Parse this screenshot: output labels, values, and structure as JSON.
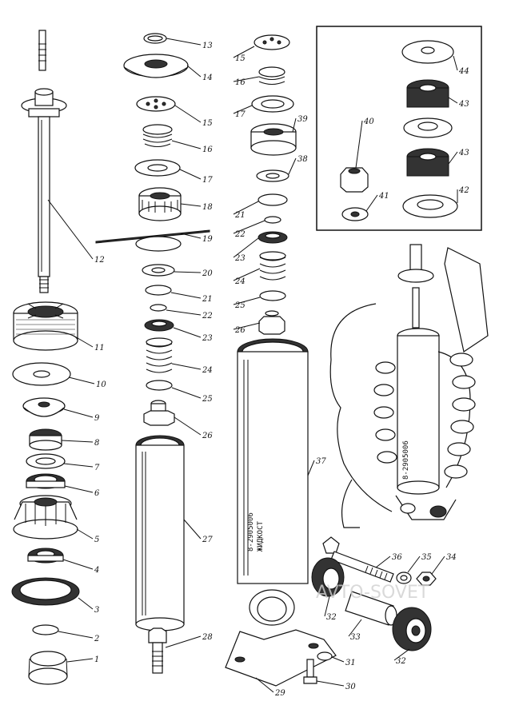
{
  "labels": {
    "c1": [
      "12",
      "11",
      "10",
      "9",
      "8",
      "7",
      "6",
      "5",
      "4",
      "3",
      "2",
      "1"
    ],
    "c2": [
      "13",
      "14",
      "15",
      "16",
      "17",
      "18",
      "19",
      "20",
      "21",
      "22",
      "23",
      "24",
      "25",
      "26",
      "27",
      "28"
    ],
    "c3": [
      "15",
      "16",
      "17",
      "39",
      "38",
      "21",
      "22",
      "23",
      "24",
      "25",
      "26",
      "37"
    ],
    "inset": [
      "44",
      "43",
      "43",
      "42",
      "40",
      "41"
    ],
    "bottom": [
      "36",
      "35",
      "34",
      "32",
      "33",
      "32",
      "31",
      "30",
      "29"
    ]
  },
  "stamp_text": "8-2905006",
  "stamp_text2": "ЖИДКОСТ",
  "watermark": "AVTO-SOVET"
}
